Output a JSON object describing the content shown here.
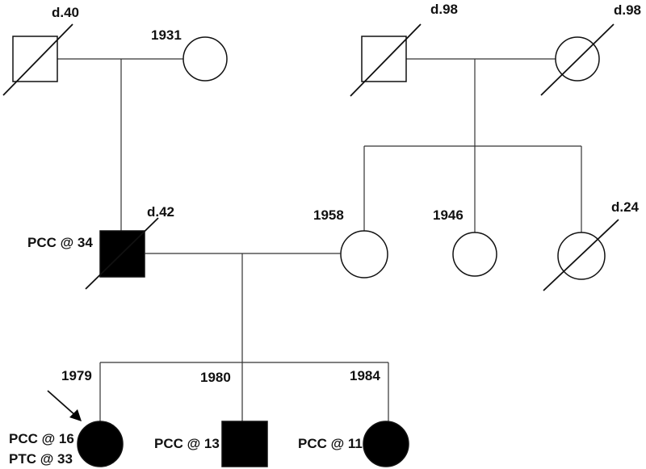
{
  "pedigree": {
    "gen1": {
      "paternal_grandfather": {
        "label": "d.40"
      },
      "paternal_grandmother": {
        "label": "1931"
      },
      "maternal_grandfather": {
        "label": "d.98"
      },
      "maternal_grandmother": {
        "label": "d.98"
      }
    },
    "gen2": {
      "father": {
        "label": "d.42",
        "note": "PCC @ 34"
      },
      "mother": {
        "label": "1958"
      },
      "aunt_1946": {
        "label": "1946"
      },
      "aunt_deceased": {
        "label": "d.24"
      }
    },
    "gen3": {
      "proband": {
        "label": "1979",
        "note_line1": "PCC @ 16",
        "note_line2": "PTC @ 33"
      },
      "son": {
        "label": "1980",
        "note": "PCC @ 13"
      },
      "daughter": {
        "label": "1984",
        "note": "PCC @ 11"
      }
    }
  }
}
